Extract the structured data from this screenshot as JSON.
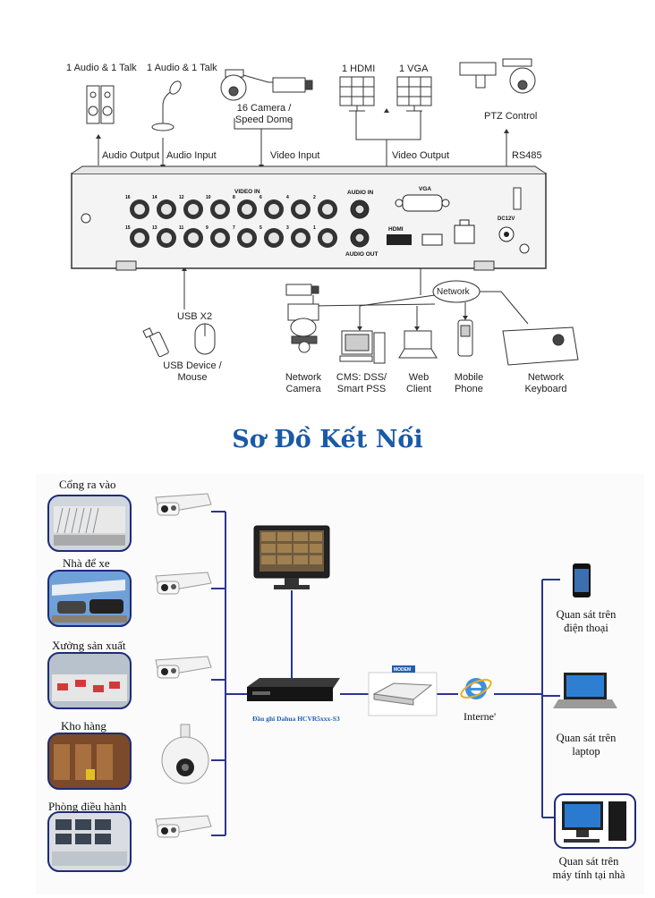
{
  "top_diagram": {
    "audio_out_device": "1 Audio & 1 Talk",
    "audio_in_device": "1 Audio & 1 Talk",
    "camera_label": "16 Camera / Speed Dome",
    "camera_label_line1": "16 Camera /",
    "camera_label_line2": "Speed Dome",
    "hdmi_label": "1 HDMI",
    "vga_label": "1 VGA",
    "ptz_label": "PTZ Control",
    "audio_output": "Audio Output",
    "audio_input": "Audio Input",
    "video_input": "Video Input",
    "video_output": "Video Output",
    "rs485": "RS485",
    "usb": "USB X2",
    "usb_device_line1": "USB Device /",
    "usb_device_line2": "Mouse",
    "network": "Network",
    "network_camera_line1": "Network",
    "network_camera_line2": "Camera",
    "cms_line1": "CMS: DSS/",
    "cms_line2": "Smart PSS",
    "web_line1": "Web",
    "web_line2": "Client",
    "mobile_line1": "Mobile",
    "mobile_line2": "Phone",
    "keyboard_line1": "Network",
    "keyboard_line2": "Keyboard",
    "panel_video_in": "VIDEO IN",
    "panel_audio_in": "AUDIO IN",
    "panel_audio_out": "AUDIO OUT",
    "panel_vga": "VGA",
    "panel_hdmi": "HDMI",
    "panel_dc": "DC12V",
    "top_row_numbers": [
      "16",
      "14",
      "12",
      "10",
      "8",
      "6",
      "4",
      "2"
    ],
    "bottom_row_numbers": [
      "15",
      "13",
      "11",
      "9",
      "7",
      "5",
      "3",
      "1"
    ]
  },
  "section_title": "Sơ Đồ Kết Nối",
  "bottom_diagram": {
    "locations": [
      "Cổng ra vào",
      "Nhà để xe",
      "Xưởng sản xuất",
      "Kho hàng",
      "Phòng điều hành"
    ],
    "recorder_label": "Đầu ghi Dahua HCVR5xxx-S3",
    "modem_label": "MODEM",
    "internet_label": "Interne'",
    "views": [
      {
        "line1": "Quan sát trên",
        "line2": "điện thoại"
      },
      {
        "line1": "Quan sát trên",
        "line2": "laptop"
      },
      {
        "line1": "Quan sát trên",
        "line2": "máy tính tại nhà"
      }
    ]
  },
  "colors": {
    "title": "#1a5aa6",
    "connector": "#2b3590",
    "recorder_label": "#1f5fb0"
  }
}
